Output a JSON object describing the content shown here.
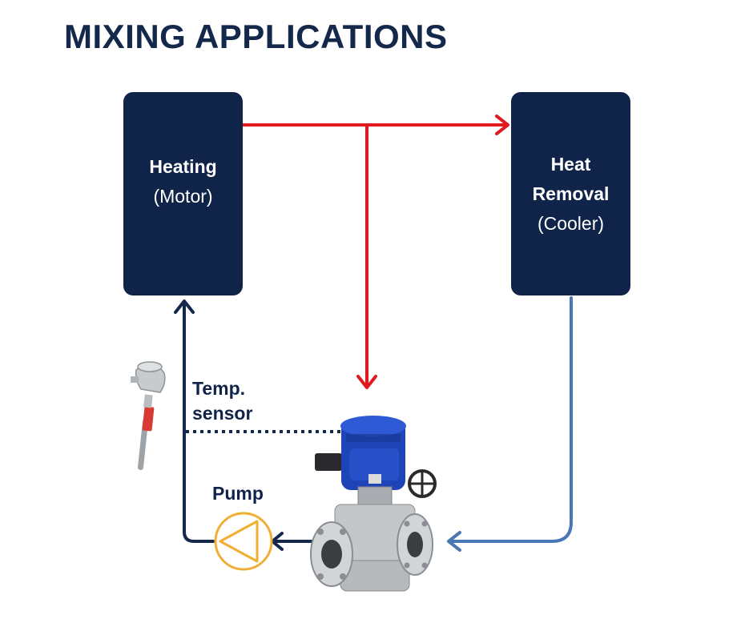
{
  "title": "MIXING APPLICATIONS",
  "heating": {
    "name": "Heating",
    "sub": "(Motor)"
  },
  "cooler": {
    "name_line1": "Heat",
    "name_line2": "Removal",
    "sub": "(Cooler)"
  },
  "sensor": {
    "line1": "Temp.",
    "line2": "sensor"
  },
  "pump": {
    "label": "Pump"
  },
  "colors": {
    "hot": "#e01b1f",
    "cold": "#4a78b4",
    "return": "#13284a",
    "pump": "#f2ad33",
    "box": "#10244a"
  }
}
